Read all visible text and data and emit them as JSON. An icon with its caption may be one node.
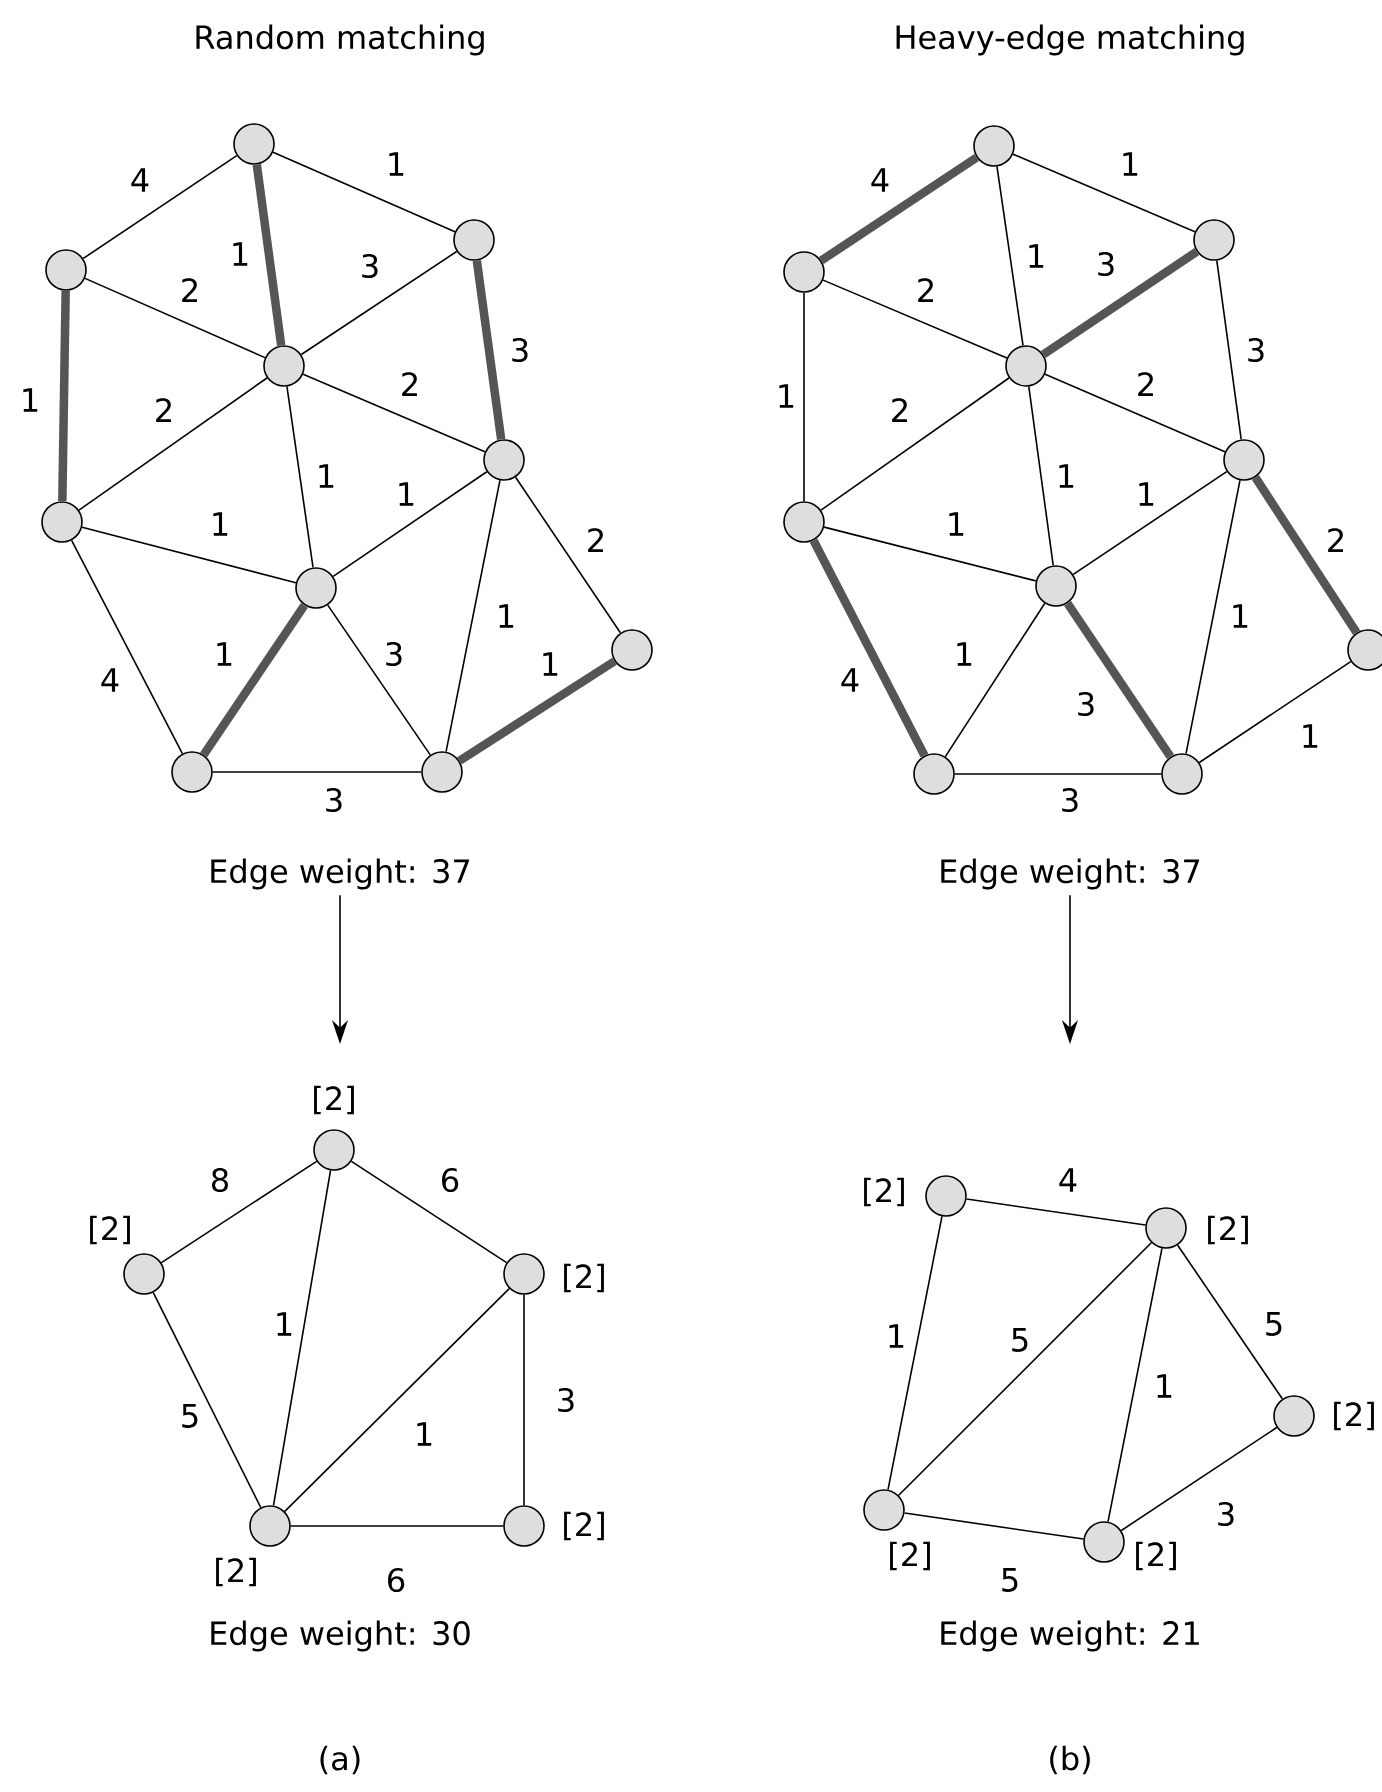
{
  "diagram": {
    "nodes": [
      {
        "text": [],
        "shape": "circle"
      },
      {
        "text": [],
        "shape": "circle"
      },
      {
        "text": [],
        "shape": "circle"
      },
      {
        "text": [],
        "shape": "circle"
      },
      {
        "text": [],
        "shape": "circle"
      },
      {
        "text": [],
        "shape": "circle"
      },
      {
        "text": [],
        "shape": "circle"
      },
      {
        "text": [],
        "shape": "circle"
      },
      {
        "text": [],
        "shape": "circle"
      },
      {
        "text": [],
        "shape": "circle"
      },
      {
        "text": [
          "Edge weight: 37"
        ]
      },
      {
        "text": [],
        "shape": "circle"
      },
      {
        "text": [],
        "shape": "circle"
      },
      {
        "text": [],
        "shape": "circle"
      },
      {
        "text": [],
        "shape": "circle"
      },
      {
        "text": [],
        "shape": "circle"
      },
      {
        "text": [],
        "shape": "circle"
      },
      {
        "text": [],
        "shape": "circle"
      },
      {
        "text": [],
        "shape": "circle"
      },
      {
        "text": [],
        "shape": "circle"
      },
      {
        "text": [],
        "shape": "circle"
      },
      {
        "text": [
          "Edge weight: 37"
        ]
      },
      {
        "text": [],
        "shape": "circle",
        "beside": [
          "[2]"
        ]
      },
      {
        "text": [],
        "shape": "circle",
        "beside": [
          "[2]"
        ]
      },
      {
        "text": [],
        "shape": "circle",
        "beside": [
          "[2]"
        ]
      },
      {
        "text": [],
        "shape": "circle",
        "beside": [
          "[2]"
        ]
      },
      {
        "text": [],
        "shape": "circle",
        "beside": [
          "[2]"
        ]
      },
      {
        "text": [],
        "shape": "circle",
        "beside": [
          "[2]"
        ]
      },
      {
        "text": [],
        "shape": "circle",
        "beside": [
          "[2]"
        ]
      },
      {
        "text": [],
        "shape": "circle",
        "beside": [
          "[2]"
        ]
      },
      {
        "text": [],
        "shape": "circle",
        "beside": [
          "[2]"
        ]
      },
      {
        "text": [],
        "shape": "circle",
        "beside": [
          "[2]"
        ]
      }
    ],
    "edges": [
      {
        "from": 0,
        "to": 2,
        "arrow": "none",
        "label": "4"
      },
      {
        "from": 0,
        "to": 1,
        "arrow": "none",
        "label": "1"
      },
      {
        "from": 0,
        "to": 3,
        "arrow": "none",
        "label": "1",
        "style": "thick",
        "color": "#555555"
      },
      {
        "from": 2,
        "to": 3,
        "arrow": "none",
        "label": "2"
      },
      {
        "from": 3,
        "to": 1,
        "arrow": "none",
        "label": "3"
      },
      {
        "from": 1,
        "to": 4,
        "arrow": "none",
        "label": "3",
        "style": "thick",
        "color": "#555555"
      },
      {
        "from": 2,
        "to": 5,
        "arrow": "none",
        "label": "1",
        "style": "thick",
        "color": "#555555"
      },
      {
        "from": 3,
        "to": 4,
        "arrow": "none",
        "label": "2"
      },
      {
        "from": 5,
        "to": 3,
        "arrow": "none",
        "label": "2"
      },
      {
        "from": 3,
        "to": 6,
        "arrow": "none",
        "label": "1"
      },
      {
        "from": 6,
        "to": 4,
        "arrow": "none",
        "label": "1"
      },
      {
        "from": 5,
        "to": 6,
        "arrow": "none",
        "label": "1"
      },
      {
        "from": 4,
        "to": 7,
        "arrow": "none",
        "label": "2"
      },
      {
        "from": 4,
        "to": 9,
        "arrow": "none",
        "label": "1"
      },
      {
        "from": 5,
        "to": 8,
        "arrow": "none",
        "label": "4"
      },
      {
        "from": 8,
        "to": 6,
        "arrow": "none",
        "label": "1",
        "style": "thick",
        "color": "#555555"
      },
      {
        "from": 6,
        "to": 9,
        "arrow": "none",
        "label": "3"
      },
      {
        "from": 9,
        "to": 7,
        "arrow": "none",
        "label": "1",
        "style": "thick",
        "color": "#555555"
      },
      {
        "from": 8,
        "to": 9,
        "arrow": "none",
        "label": "3"
      },
      {
        "from": 11,
        "to": 13,
        "arrow": "none",
        "label": "4",
        "style": "thick",
        "color": "#555555"
      },
      {
        "from": 11,
        "to": 12,
        "arrow": "none",
        "label": "1"
      },
      {
        "from": 11,
        "to": 14,
        "arrow": "none",
        "label": "1"
      },
      {
        "from": 13,
        "to": 14,
        "arrow": "none",
        "label": "2"
      },
      {
        "from": 14,
        "to": 12,
        "arrow": "none",
        "label": "3",
        "style": "thick",
        "color": "#555555"
      },
      {
        "from": 12,
        "to": 15,
        "arrow": "none",
        "label": "3"
      },
      {
        "from": 13,
        "to": 16,
        "arrow": "none",
        "label": "1"
      },
      {
        "from": 14,
        "to": 15,
        "arrow": "none",
        "label": "2"
      },
      {
        "from": 16,
        "to": 14,
        "arrow": "none",
        "label": "2"
      },
      {
        "from": 14,
        "to": 17,
        "arrow": "none",
        "label": "1"
      },
      {
        "from": 17,
        "to": 15,
        "arrow": "none",
        "label": "1"
      },
      {
        "from": 16,
        "to": 17,
        "arrow": "none",
        "label": "1"
      },
      {
        "from": 15,
        "to": 18,
        "arrow": "none",
        "label": "2",
        "style": "thick",
        "color": "#555555"
      },
      {
        "from": 15,
        "to": 20,
        "arrow": "none",
        "label": "1"
      },
      {
        "from": 16,
        "to": 19,
        "arrow": "none",
        "label": "4",
        "style": "thick",
        "color": "#555555"
      },
      {
        "from": 19,
        "to": 17,
        "arrow": "none",
        "label": "1"
      },
      {
        "from": 17,
        "to": 20,
        "arrow": "none",
        "label": "3",
        "style": "thick",
        "color": "#555555"
      },
      {
        "from": 20,
        "to": 18,
        "arrow": "none",
        "label": "1"
      },
      {
        "from": 19,
        "to": 20,
        "arrow": "none",
        "label": "3"
      },
      {
        "from": 22,
        "to": 23,
        "arrow": "none",
        "label": "8"
      },
      {
        "from": 22,
        "to": 24,
        "arrow": "none",
        "label": "6"
      },
      {
        "from": 23,
        "to": 25,
        "arrow": "none",
        "label": "5"
      },
      {
        "from": 22,
        "to": 25,
        "arrow": "none",
        "label": "1"
      },
      {
        "from": 25,
        "to": 24,
        "arrow": "none",
        "label": "1"
      },
      {
        "from": 24,
        "to": 26,
        "arrow": "none",
        "label": "3"
      },
      {
        "from": 25,
        "to": 26,
        "arrow": "none",
        "label": "6"
      },
      {
        "from": 27,
        "to": 28,
        "arrow": "none",
        "label": "4"
      },
      {
        "from": 27,
        "to": 30,
        "arrow": "none",
        "label": "1"
      },
      {
        "from": 30,
        "to": 28,
        "arrow": "none",
        "label": "5"
      },
      {
        "from": 28,
        "to": 31,
        "arrow": "none",
        "label": "1"
      },
      {
        "from": 28,
        "to": 29,
        "arrow": "none",
        "label": "5"
      },
      {
        "from": 29,
        "to": 31,
        "arrow": "none",
        "label": "3"
      },
      {
        "from": 30,
        "to": 31,
        "arrow": "none",
        "label": "5"
      },
      {
        "from": 10,
        "to": null,
        "arrow": "to"
      },
      {
        "from": 21,
        "to": null,
        "arrow": "to"
      }
    ],
    "labels": [
      "Random matching",
      "Heavy-edge matching",
      "Edge weight: 30",
      "Edge weight: 21",
      "(a)",
      "(b)"
    ]
  }
}
